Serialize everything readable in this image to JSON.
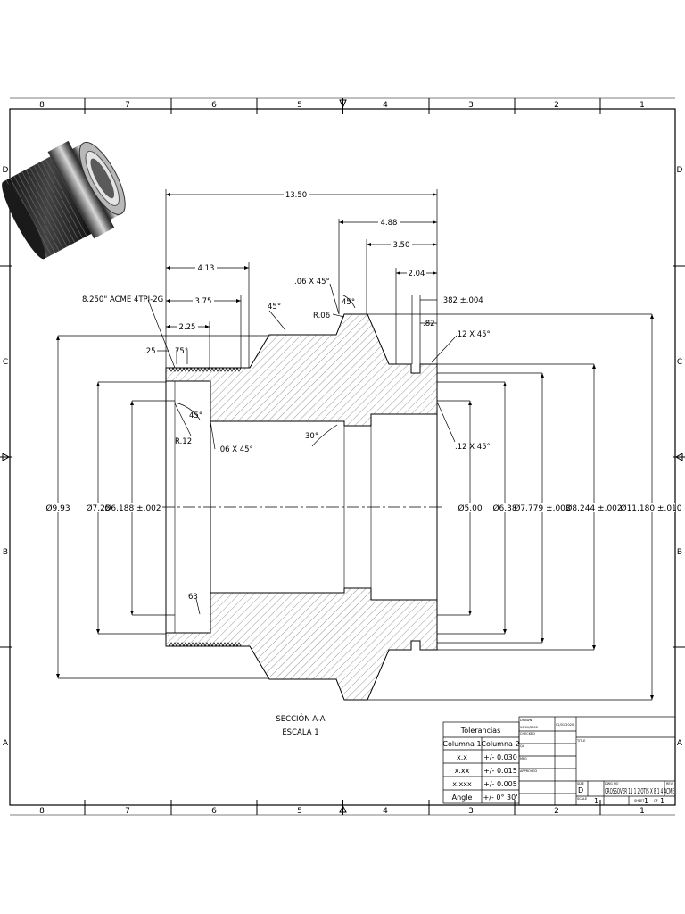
{
  "border": {
    "columns": [
      "8",
      "7",
      "6",
      "5",
      "4",
      "3",
      "2",
      "1"
    ],
    "rows": [
      "D",
      "C",
      "B",
      "A"
    ]
  },
  "dimensions": {
    "overall_length": "13.50",
    "d_488": "4.88",
    "d_350": "3.50",
    "d_204": "2.04",
    "d_382": ".382 ±.004",
    "d_082": ".82",
    "d_413": "4.13",
    "d_375": "3.75",
    "d_225": "2.25",
    "d_025": ".25",
    "angle_75": "75°",
    "angle_45_top": "45°",
    "angle_45_mid": "45°",
    "angle_45_thread": "45°",
    "angle_30": "30°",
    "chamfer_top": ".06 X 45°",
    "chamfer_bore": ".06 X 45°",
    "chamfer_right_top": ".12 X 45°",
    "chamfer_right_bottom": ".12 X 45°",
    "radius_top": "R.06",
    "radius_bore": "R.12",
    "thread": "8.250\" ACME 4TPI-2G",
    "finish": "63",
    "dia_993": "Ø9.93",
    "dia_725": "Ø7.25",
    "dia_6188": "Ø6.188 ±.002",
    "dia_500": "Ø5.00",
    "dia_638": "Ø6.38",
    "dia_7779": "Ø7.779 ±.003",
    "dia_8244": "Ø8.244 ±.002",
    "dia_11180": "Ø11.180 ±.010"
  },
  "section": {
    "title": "SECCIÓN A-A",
    "scale": "ESCALA 1"
  },
  "tolerance_table": {
    "title": "Tolerancias",
    "headers": [
      "Columna 1",
      "Columna 2"
    ],
    "rows": [
      [
        "x.x",
        "+/- 0.030"
      ],
      [
        "x.xx",
        "+/- 0.015"
      ],
      [
        "x.xxx",
        "+/- 0.005"
      ],
      [
        "Angle",
        "+/- 0° 30'"
      ]
    ]
  },
  "title_block": {
    "small_a": "DRAWN",
    "small_b": "00/00/2012",
    "small_c": "CHECKED",
    "small_d": "02/01/2020",
    "small_e": "QA",
    "small_f": "MFG",
    "small_g": "APPROVED",
    "small_h": "TITLE",
    "size_label": "SIZE",
    "size": "D",
    "dwg_label": "DWG NO",
    "dwg_no": "CROSSOVER 11 1 2 OTIS X 8 1 4 ACME",
    "rev_label": "REV",
    "scale_label": "SCALE",
    "scale_val": "1",
    "sheet_label": "SHEET",
    "sheet_val": "1",
    "of_label": "OF",
    "of_val": "1"
  }
}
